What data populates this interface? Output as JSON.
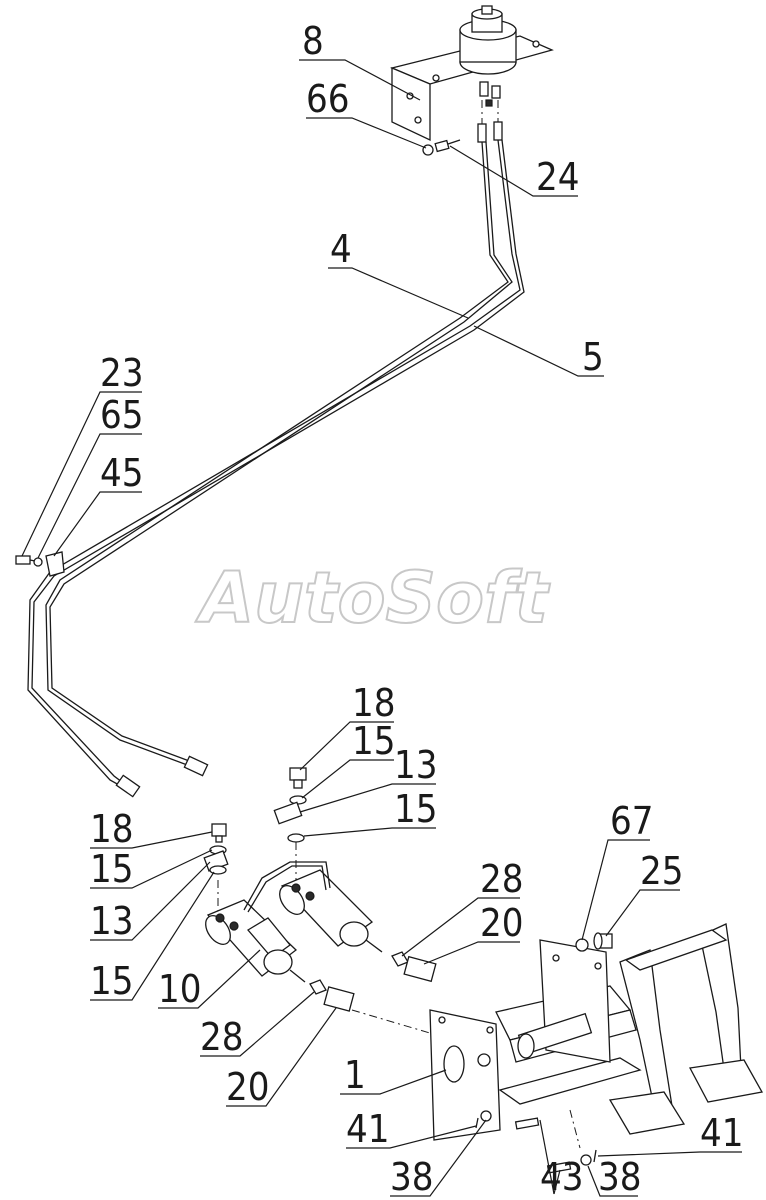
{
  "watermark": "AutoSoft",
  "callouts": [
    {
      "id": "c8",
      "label": "8"
    },
    {
      "id": "c66",
      "label": "66"
    },
    {
      "id": "c24",
      "label": "24"
    },
    {
      "id": "c4",
      "label": "4"
    },
    {
      "id": "c5",
      "label": "5"
    },
    {
      "id": "c23",
      "label": "23"
    },
    {
      "id": "c65",
      "label": "65"
    },
    {
      "id": "c45",
      "label": "45"
    },
    {
      "id": "c18a",
      "label": "18"
    },
    {
      "id": "c15a",
      "label": "15"
    },
    {
      "id": "c13a",
      "label": "13"
    },
    {
      "id": "c15b",
      "label": "15"
    },
    {
      "id": "c18b",
      "label": "18"
    },
    {
      "id": "c15c",
      "label": "15"
    },
    {
      "id": "c13b",
      "label": "13"
    },
    {
      "id": "c15d",
      "label": "15"
    },
    {
      "id": "c10",
      "label": "10"
    },
    {
      "id": "c28a",
      "label": "28"
    },
    {
      "id": "c20a",
      "label": "20"
    },
    {
      "id": "c28b",
      "label": "28"
    },
    {
      "id": "c20b",
      "label": "20"
    },
    {
      "id": "c67",
      "label": "67"
    },
    {
      "id": "c25",
      "label": "25"
    },
    {
      "id": "c1",
      "label": "1"
    },
    {
      "id": "c41a",
      "label": "41"
    },
    {
      "id": "c38a",
      "label": "38"
    },
    {
      "id": "c43",
      "label": "43"
    },
    {
      "id": "c38b",
      "label": "38"
    },
    {
      "id": "c41b",
      "label": "41"
    }
  ]
}
